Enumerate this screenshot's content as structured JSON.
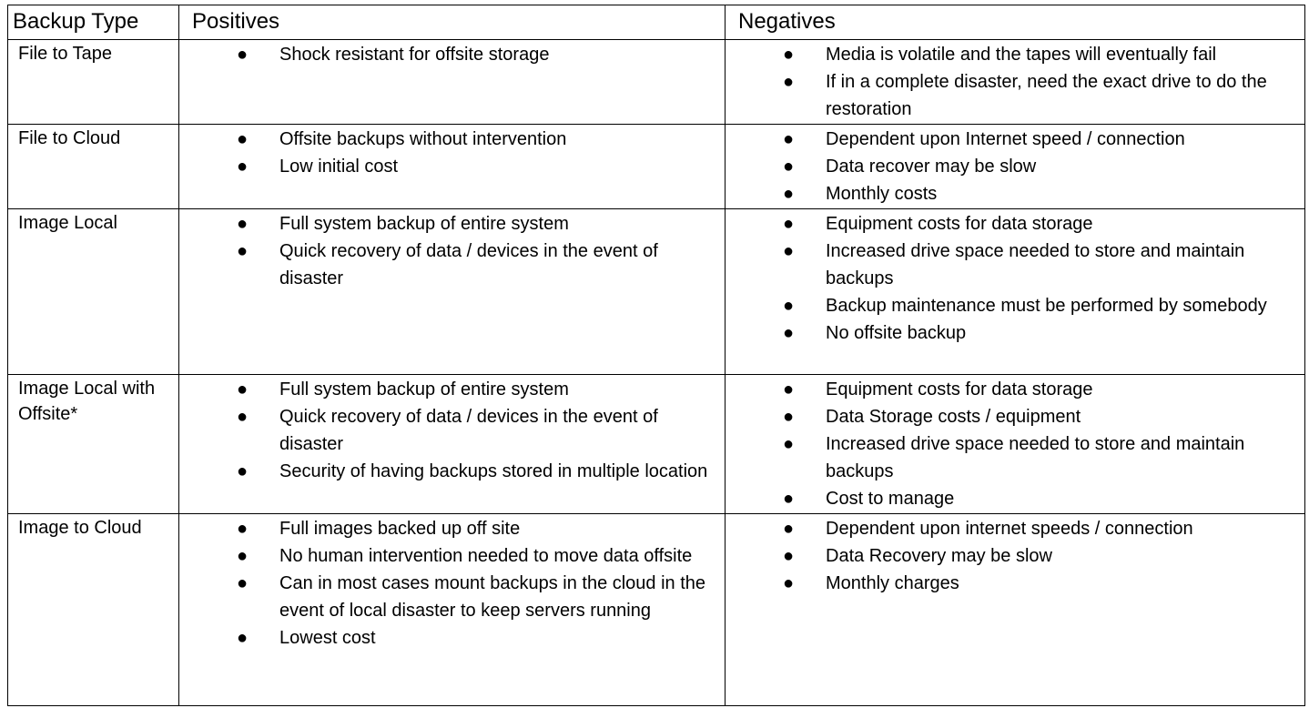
{
  "table": {
    "headers": [
      "Backup Type",
      "Positives",
      "Negatives"
    ],
    "rows": [
      {
        "type": "File to Tape",
        "positives": [
          "Shock resistant for offsite storage"
        ],
        "negatives": [
          "Media is volatile and the tapes will eventually fail",
          "If in a complete disaster, need the exact drive to do the restoration"
        ]
      },
      {
        "type": "File to Cloud",
        "positives": [
          "Offsite backups without intervention",
          "Low initial cost"
        ],
        "negatives": [
          "Dependent upon Internet speed / connection",
          "Data recover may be slow",
          "Monthly costs"
        ]
      },
      {
        "type": "Image Local",
        "positives": [
          "Full system backup of entire system",
          "Quick recovery of data / devices in the event of disaster"
        ],
        "negatives": [
          "Equipment costs for data storage",
          "Increased drive space needed to store and maintain backups",
          "Backup maintenance must be performed by somebody",
          "No offsite backup"
        ]
      },
      {
        "type": "Image Local with Offsite*",
        "positives": [
          "Full system backup of entire system",
          "Quick recovery of data / devices in the event of disaster",
          "Security of having backups stored in multiple location"
        ],
        "negatives": [
          "Equipment costs for data storage",
          "Data Storage costs / equipment",
          "Increased drive space needed to store and maintain backups",
          "Cost to manage"
        ]
      },
      {
        "type": "Image to Cloud",
        "positives": [
          "Full images backed up off site",
          "No human intervention needed to move data offsite",
          "Can in most cases mount backups in the cloud in the event of local disaster to keep servers running",
          "Lowest cost"
        ],
        "negatives": [
          "Dependent upon internet speeds / connection",
          "Data Recovery may be slow",
          "Monthly charges"
        ]
      }
    ]
  },
  "bullet_glyph": "●"
}
